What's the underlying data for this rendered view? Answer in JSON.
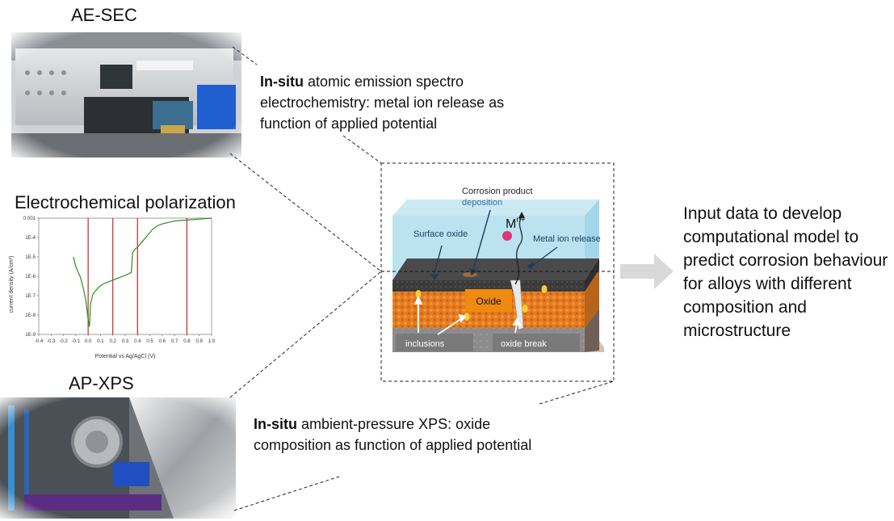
{
  "labels": {
    "ae_sec": "AE-SEC",
    "polarization": "Electrochemical polarization",
    "ap_xps": "AP-XPS"
  },
  "descriptions": {
    "ae_sec_bold": "In-situ",
    "ae_sec_text": " atomic emission spectro electrochemistry: metal ion release as function of applied potential",
    "ap_xps_bold": "In-situ",
    "ap_xps_text": " ambient-pressure XPS: oxide composition as function of applied potential"
  },
  "schematic": {
    "corrosion_product": "Corrosion product",
    "deposition": "deposition",
    "ion_base": "M",
    "ion_sup": "n+",
    "surface_oxide": "Surface oxide",
    "metal_ion_release": "Metal ion release",
    "oxide": "Oxide",
    "inclusions": "inclusions",
    "oxide_break": "oxide break"
  },
  "output_text": "Input data to develop computational model to predict corrosion behaviour for alloys with different composition and microstructure",
  "chart_data": {
    "type": "line",
    "xlabel": "Potential vs Ag/AgCl (V)",
    "ylabel": "current density (A/cm²)",
    "x_ticks": [
      "-0.4",
      "-0.3",
      "-0.2",
      "-0.1",
      "0.0",
      "0.1",
      "0.2",
      "0.3",
      "0.4",
      "0.5",
      "0.6",
      "0.7",
      "0.8",
      "0.9",
      "1.0"
    ],
    "y_ticks": [
      "0.001",
      "1E-4",
      "1E-5",
      "1E-6",
      "1E-7",
      "1E-8",
      "1E-9"
    ],
    "xlim": [
      -0.4,
      1.0
    ],
    "ylim_log10": [
      -9,
      -3
    ],
    "y_scale": "log",
    "vertical_lines_x": [
      0.0,
      0.2,
      0.4,
      0.8
    ],
    "series": [
      {
        "color": "#2e8b20",
        "points": [
          [
            -0.12,
            -5.0
          ],
          [
            -0.1,
            -5.5
          ],
          [
            -0.08,
            -5.8
          ],
          [
            -0.06,
            -6.1
          ],
          [
            -0.04,
            -6.6
          ],
          [
            -0.02,
            -7.2
          ],
          [
            0.0,
            -8.2
          ],
          [
            0.01,
            -8.6
          ],
          [
            0.02,
            -7.4
          ],
          [
            0.04,
            -6.9
          ],
          [
            0.08,
            -6.6
          ],
          [
            0.12,
            -6.4
          ],
          [
            0.16,
            -6.3
          ],
          [
            0.2,
            -6.2
          ],
          [
            0.24,
            -6.1
          ],
          [
            0.28,
            -6.0
          ],
          [
            0.32,
            -5.9
          ],
          [
            0.35,
            -5.8
          ],
          [
            0.36,
            -4.8
          ],
          [
            0.38,
            -4.6
          ],
          [
            0.4,
            -4.5
          ],
          [
            0.44,
            -4.2
          ],
          [
            0.48,
            -3.9
          ],
          [
            0.52,
            -3.6
          ],
          [
            0.56,
            -3.4
          ],
          [
            0.6,
            -3.3
          ],
          [
            0.7,
            -3.15
          ],
          [
            0.8,
            -3.1
          ],
          [
            0.9,
            -3.05
          ],
          [
            1.0,
            -3.0
          ]
        ]
      }
    ],
    "line_colors": {
      "red": "#c0282a",
      "green": "#2e8b20"
    }
  }
}
